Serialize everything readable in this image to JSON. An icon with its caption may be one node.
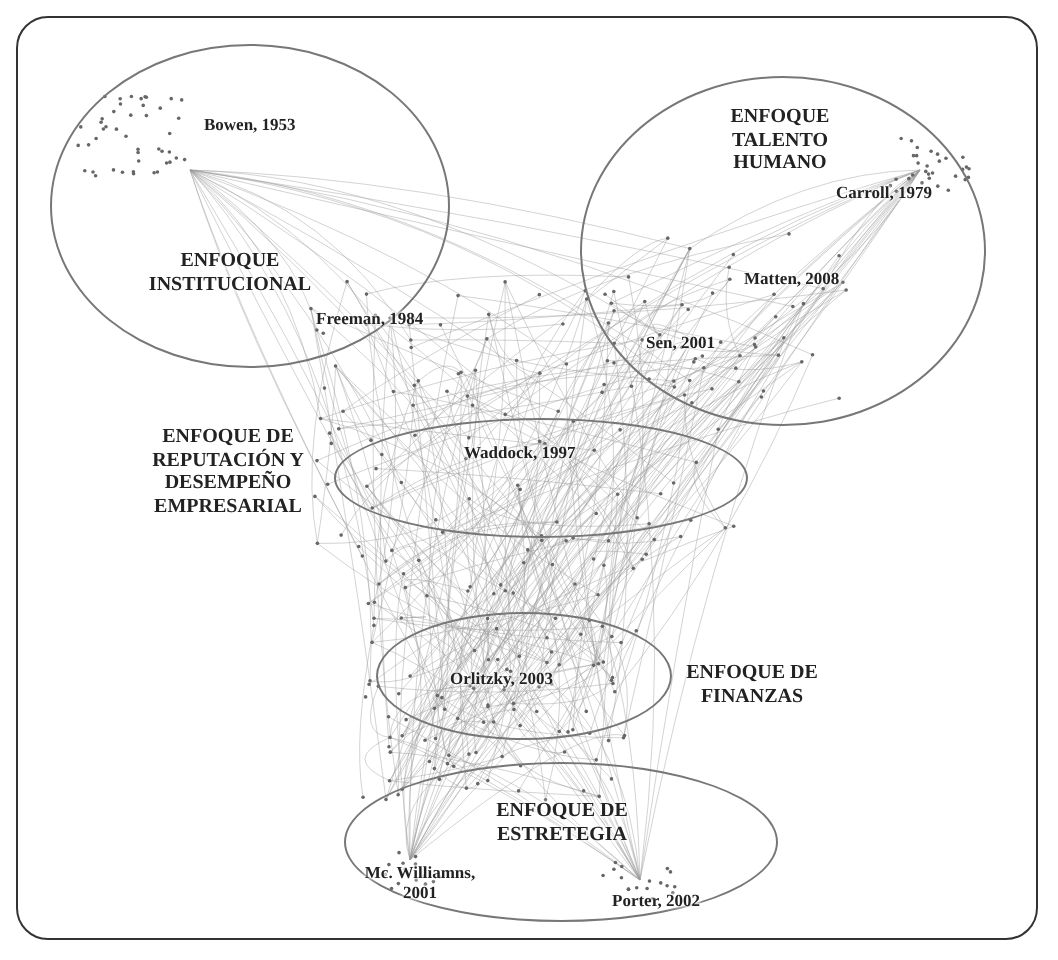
{
  "diagram": {
    "nodes": [
      {
        "text": [
          "Bowen, 1953",
          "ENFOQUE INSTITUCIONAL",
          "Freeman, 1984"
        ]
      },
      {
        "text": [
          "ENFOQUE TALENTO HUMANO",
          "Carroll, 1979",
          "Matten, 2008",
          "Sen, 2001"
        ]
      },
      {
        "text": [
          "ENFOQUE DE REPUTACIÓN Y DESEMPEÑO EMPRESARIAL",
          "Waddock, 1997"
        ]
      },
      {
        "text": [
          "Orlitzky, 2003",
          "ENFOQUE DE FINANZAS"
        ]
      },
      {
        "text": [
          "ENFOQUE DE ESTRETEGIA",
          "Mc. Williamns, 2001",
          "Porter, 2002"
        ]
      }
    ]
  }
}
